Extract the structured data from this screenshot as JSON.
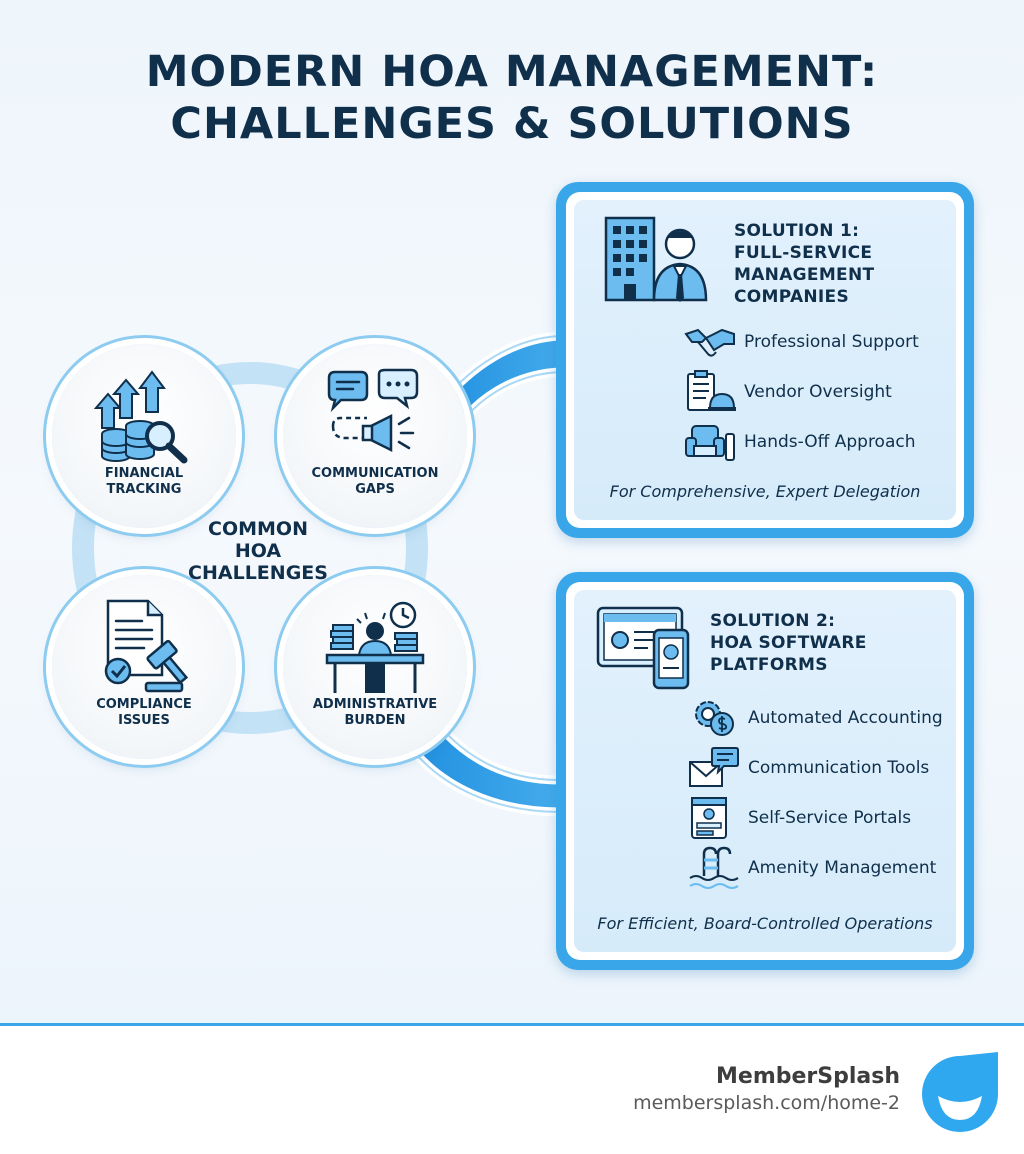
{
  "title": {
    "line1": "MODERN HOA MANAGEMENT:",
    "line2": "CHALLENGES & SOLUTIONS"
  },
  "challenges": {
    "center_line1": "COMMON",
    "center_line2": "HOA",
    "center_line3": "CHALLENGES",
    "items": [
      {
        "line1": "FINANCIAL",
        "line2": "TRACKING",
        "icon": "financial-chart-icon"
      },
      {
        "line1": "COMMUNICATION",
        "line2": "GAPS",
        "icon": "chat-bubbles-icon"
      },
      {
        "line1": "COMPLIANCE",
        "line2": "ISSUES",
        "icon": "document-gavel-icon"
      },
      {
        "line1": "ADMINISTRATIVE",
        "line2": "BURDEN",
        "icon": "stressed-worker-icon"
      }
    ]
  },
  "solution1": {
    "line1": "SOLUTION 1:",
    "line2": "FULL-SERVICE",
    "line3": "MANAGEMENT",
    "line4": "COMPANIES",
    "items": [
      {
        "label": "Professional Support",
        "icon": "handshake-icon"
      },
      {
        "label": "Vendor Oversight",
        "icon": "clipboard-hardhat-icon"
      },
      {
        "label": "Hands-Off Approach",
        "icon": "armchair-remote-icon"
      }
    ],
    "tagline": "For Comprehensive, Expert Delegation"
  },
  "solution2": {
    "line1": "SOLUTION 2:",
    "line2": "HOA SOFTWARE",
    "line3": "PLATFORMS",
    "items": [
      {
        "label": "Automated Accounting",
        "icon": "gear-dollar-icon"
      },
      {
        "label": "Communication Tools",
        "icon": "envelope-chat-icon"
      },
      {
        "label": "Self-Service Portals",
        "icon": "portal-window-icon"
      },
      {
        "label": "Amenity Management",
        "icon": "pool-ladder-icon"
      }
    ],
    "tagline": "For Efficient, Board-Controlled Operations"
  },
  "footer": {
    "brand": "MemberSplash",
    "url": "membersplash.com/home-2"
  },
  "colors": {
    "accent": "#3aa6ea",
    "dark_text": "#0f2f4b",
    "ring": "#c3e2f6"
  }
}
